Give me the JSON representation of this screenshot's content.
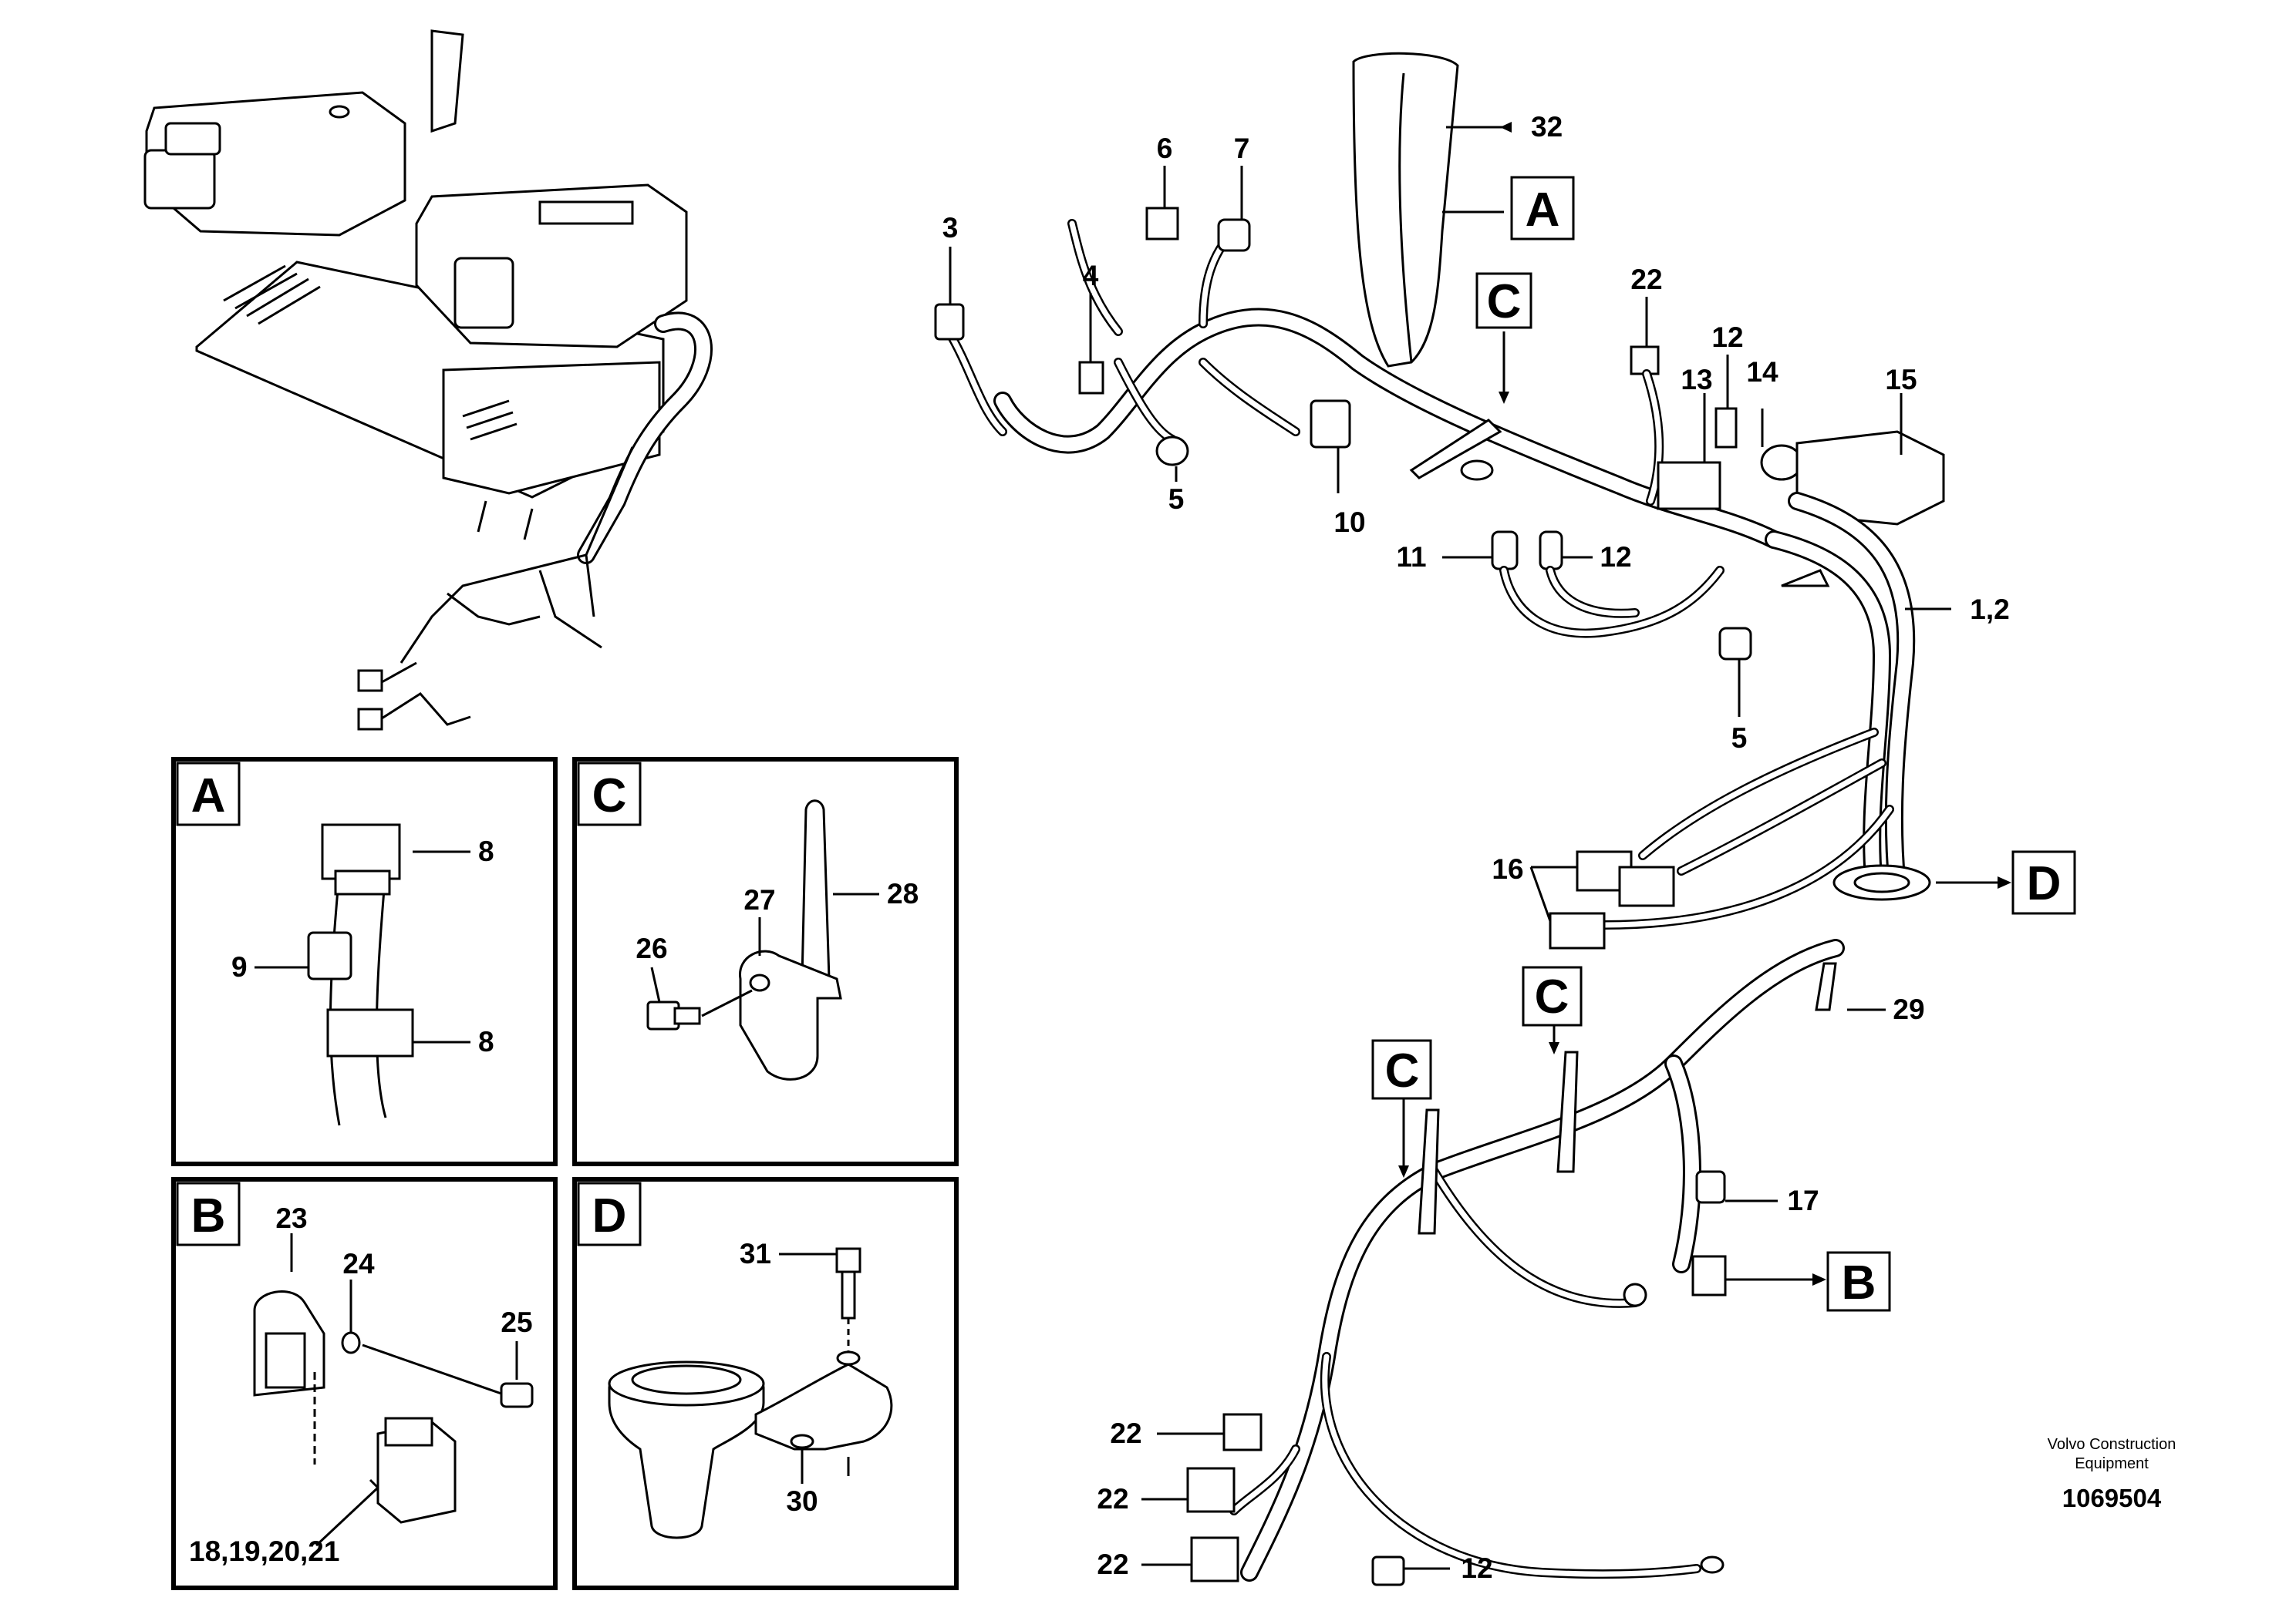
{
  "diagram": {
    "main_callouts": {
      "c32": "32",
      "cA": "A",
      "c22a": "22",
      "cC1": "C",
      "c12a": "12",
      "c13": "13",
      "c14": "14",
      "c15": "15",
      "c6": "6",
      "c7": "7",
      "c3": "3",
      "c4": "4",
      "c5a": "5",
      "c10": "10",
      "c11": "11",
      "c12b": "12",
      "c12": "1,2",
      "c5b": "5",
      "c16": "16",
      "cD": "D",
      "cC2": "C",
      "c29": "29",
      "cC3": "C",
      "c17": "17",
      "cB": "B",
      "c22b": "22",
      "c22c": "22",
      "c22d": "22",
      "c12c": "12"
    },
    "detail_A": {
      "letter": "A",
      "c8a": "8",
      "c9": "9",
      "c8b": "8"
    },
    "detail_C": {
      "letter": "C",
      "c27": "27",
      "c28": "28",
      "c26": "26"
    },
    "detail_B": {
      "letter": "B",
      "c23": "23",
      "c24": "24",
      "c25": "25",
      "c18": "18,19,20,21"
    },
    "detail_D": {
      "letter": "D",
      "c31": "31",
      "c30": "30"
    },
    "credit_line1": "Volvo Construction",
    "credit_line2": "Equipment",
    "doc_number": "1069504"
  }
}
